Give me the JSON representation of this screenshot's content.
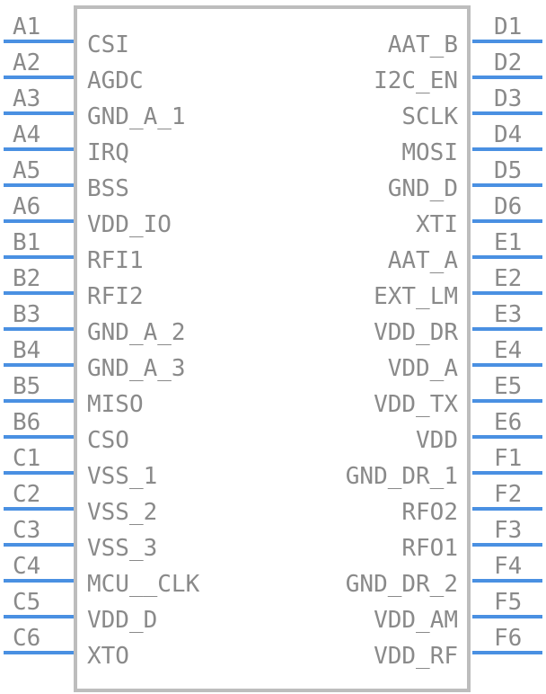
{
  "left_pins": [
    {
      "pin": "A1",
      "signal": "CSI"
    },
    {
      "pin": "A2",
      "signal": "AGDC"
    },
    {
      "pin": "A3",
      "signal": "GND_A_1"
    },
    {
      "pin": "A4",
      "signal": "IRQ"
    },
    {
      "pin": "A5",
      "signal": "BSS"
    },
    {
      "pin": "A6",
      "signal": "VDD_IO"
    },
    {
      "pin": "B1",
      "signal": "RFI1"
    },
    {
      "pin": "B2",
      "signal": "RFI2"
    },
    {
      "pin": "B3",
      "signal": "GND_A_2"
    },
    {
      "pin": "B4",
      "signal": "GND_A_3"
    },
    {
      "pin": "B5",
      "signal": "MISO"
    },
    {
      "pin": "B6",
      "signal": "CSO"
    },
    {
      "pin": "C1",
      "signal": "VSS_1"
    },
    {
      "pin": "C2",
      "signal": "VSS_2"
    },
    {
      "pin": "C3",
      "signal": "VSS_3"
    },
    {
      "pin": "C4",
      "signal": "MCU__CLK"
    },
    {
      "pin": "C5",
      "signal": "VDD_D"
    },
    {
      "pin": "C6",
      "signal": "XTO"
    }
  ],
  "right_pins": [
    {
      "pin": "D1",
      "signal": "AAT_B"
    },
    {
      "pin": "D2",
      "signal": "I2C_EN"
    },
    {
      "pin": "D3",
      "signal": "SCLK"
    },
    {
      "pin": "D4",
      "signal": "MOSI"
    },
    {
      "pin": "D5",
      "signal": "GND_D"
    },
    {
      "pin": "D6",
      "signal": "XTI"
    },
    {
      "pin": "E1",
      "signal": "AAT_A"
    },
    {
      "pin": "E2",
      "signal": "EXT_LM"
    },
    {
      "pin": "E3",
      "signal": "VDD_DR"
    },
    {
      "pin": "E4",
      "signal": "VDD_A"
    },
    {
      "pin": "E5",
      "signal": "VDD_TX"
    },
    {
      "pin": "E6",
      "signal": "VDD"
    },
    {
      "pin": "F1",
      "signal": "GND_DR_1"
    },
    {
      "pin": "F2",
      "signal": "RFO2"
    },
    {
      "pin": "F3",
      "signal": "RFO1"
    },
    {
      "pin": "F4",
      "signal": "GND_DR_2"
    },
    {
      "pin": "F5",
      "signal": "VDD_AM"
    },
    {
      "pin": "F6",
      "signal": "VDD_RF"
    }
  ],
  "colors": {
    "pin_line": "#4a90e2",
    "text": "#8a8a8a",
    "body_outline": "#bdbdbd"
  }
}
